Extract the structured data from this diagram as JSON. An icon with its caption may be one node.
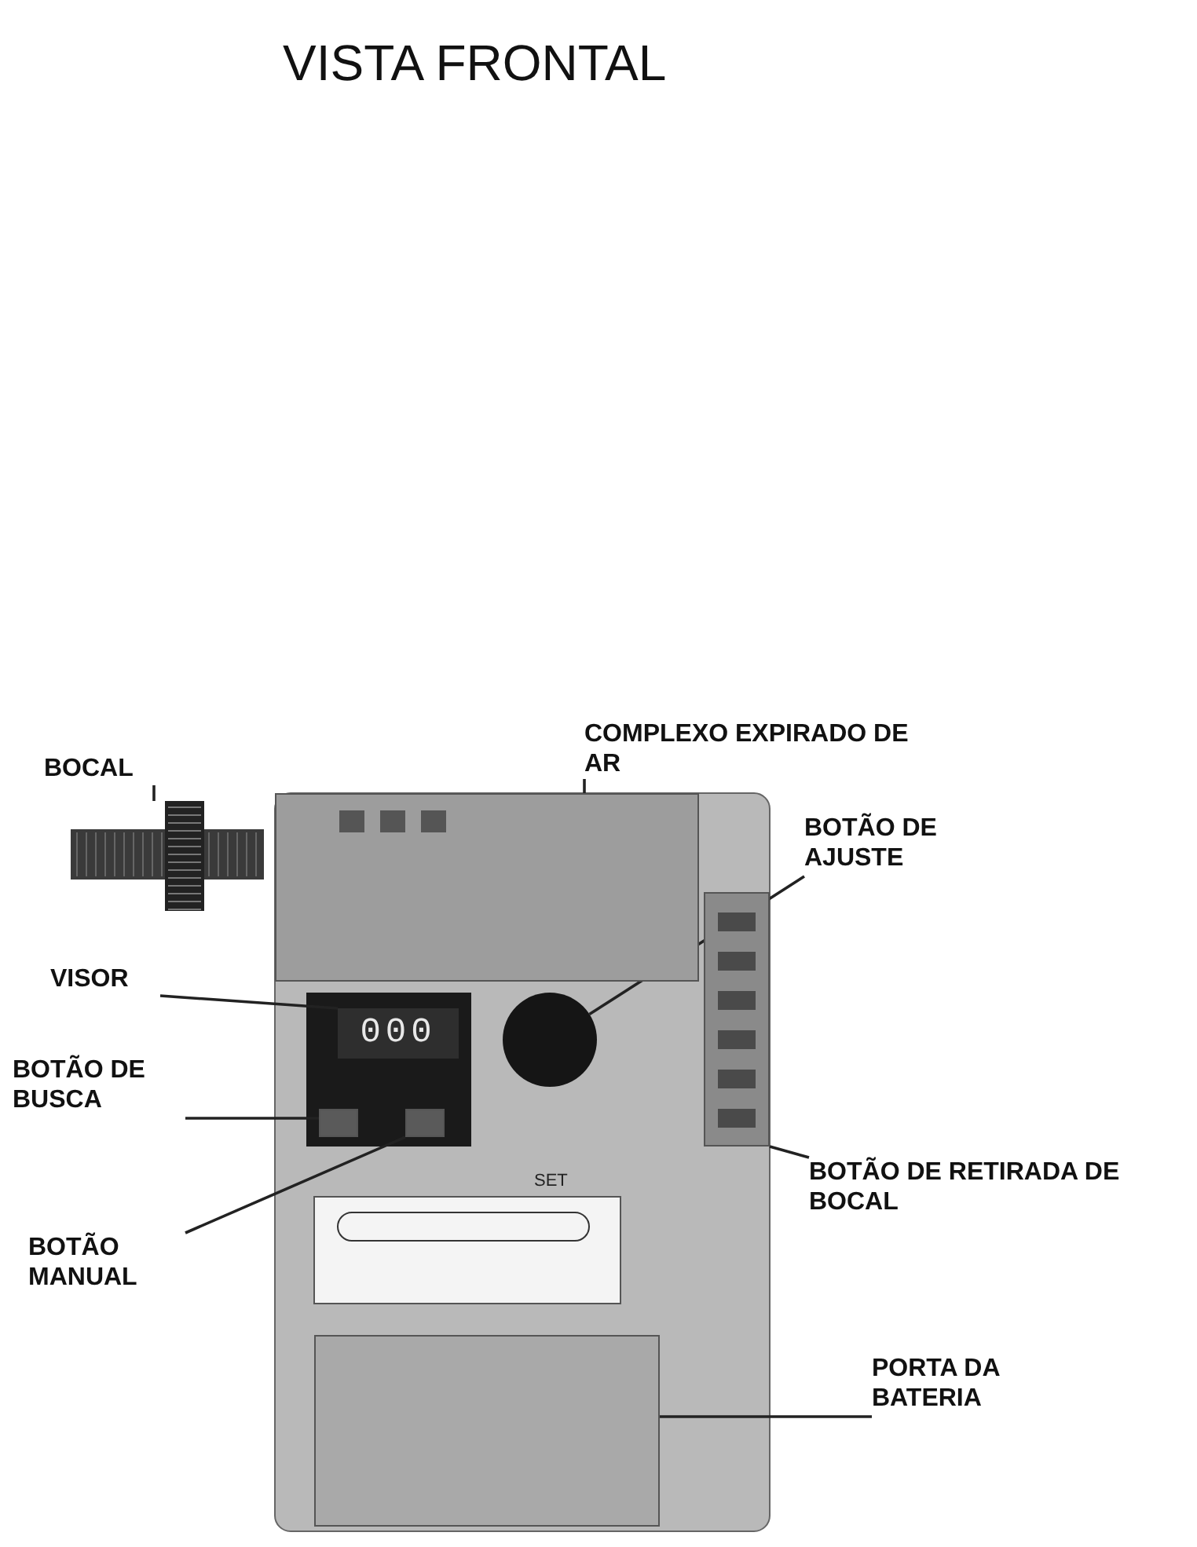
{
  "diagram": {
    "title": "VISTA FRONTAL",
    "nodes": [
      {
        "text": [
          "BOCAL"
        ]
      },
      {
        "text": [],
        "shape": "picture"
      },
      {
        "text": [
          "COMPLEXO EXPIRADO DE AR"
        ]
      },
      {
        "text": [],
        "shape": "box"
      },
      {
        "text": [
          "BOTÃO DE AJUSTE"
        ]
      },
      {
        "text": [],
        "shape": "circle"
      },
      {
        "text": [
          "VISOR"
        ]
      },
      {
        "text": [
          "000"
        ]
      },
      {
        "text": [
          "BOTÃO DE BUSCA"
        ]
      },
      {
        "text": [],
        "shape": "box"
      },
      {
        "text": [
          "BOTÃO MANUAL"
        ]
      },
      {
        "text": [],
        "shape": "box"
      },
      {
        "text": [
          "BOTÃO DE RETIRADA DE BOCAL"
        ]
      },
      {
        "text": [],
        "shape": "box"
      },
      {
        "text": [
          "PORTA DA BATERIA"
        ]
      },
      {
        "text": [],
        "shape": "box"
      }
    ],
    "edges": [
      {
        "from": 0,
        "to": 1,
        "arrow": "none"
      },
      {
        "from": 2,
        "to": 3,
        "arrow": "none"
      },
      {
        "from": 4,
        "to": 5,
        "arrow": "none"
      },
      {
        "from": 6,
        "to": 7,
        "arrow": "none"
      },
      {
        "from": 8,
        "to": 9,
        "arrow": "none"
      },
      {
        "from": 10,
        "to": 11,
        "arrow": "none"
      },
      {
        "from": 12,
        "to": 13,
        "arrow": "none"
      },
      {
        "from": 14,
        "to": 15,
        "arrow": "none"
      }
    ],
    "labels": [
      "SET"
    ]
  }
}
